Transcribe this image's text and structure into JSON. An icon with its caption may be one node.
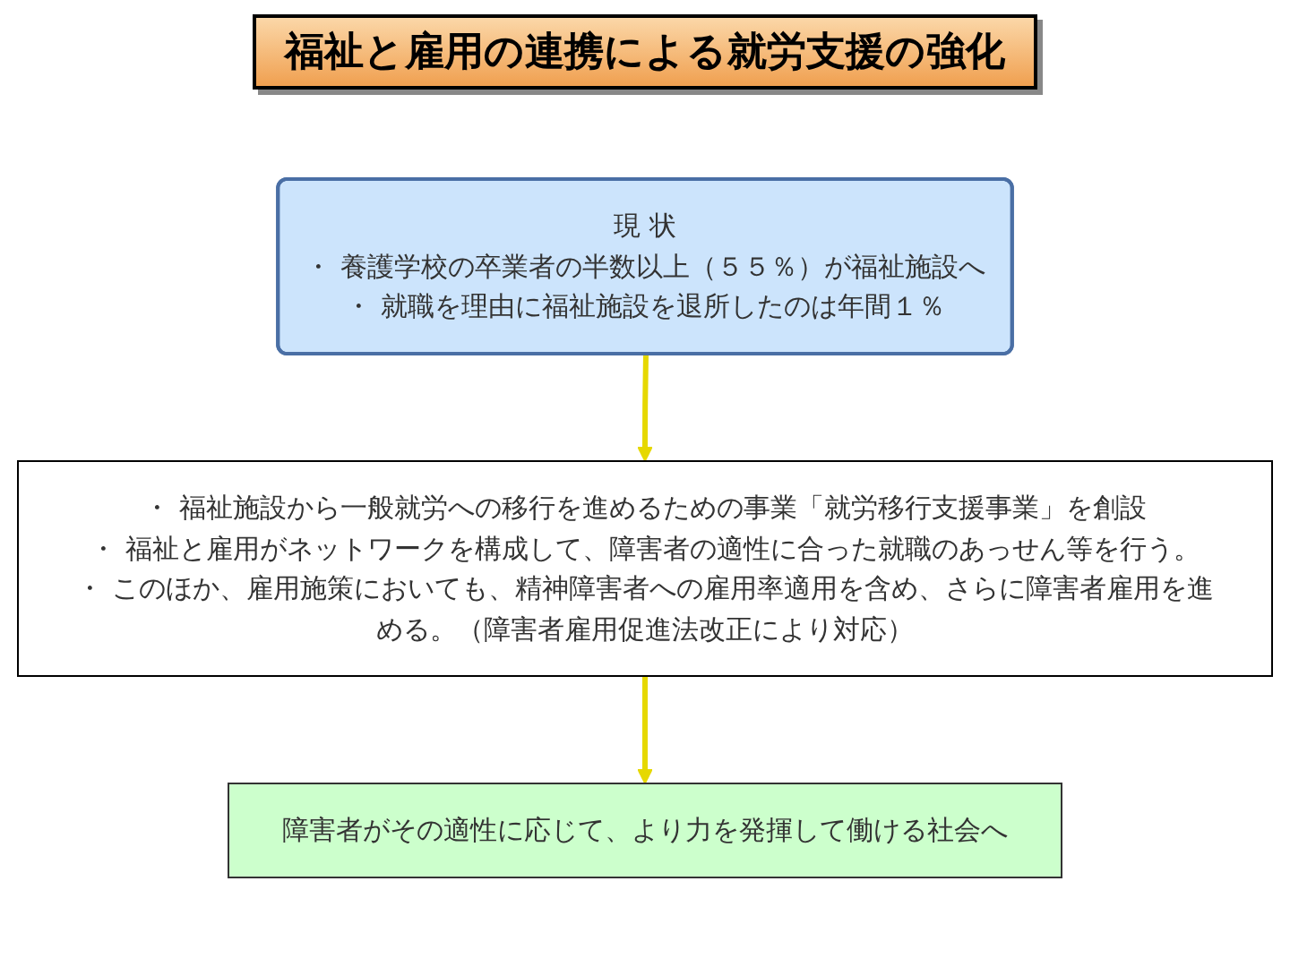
{
  "diagram": {
    "title": "福祉と雇用の連携による就労支援の強化",
    "nodes": [
      {
        "text": [
          "現 状",
          "・ 養護学校の卒業者の半数以上（５５％）が福祉施設へ",
          "・ 就職を理由に福祉施設を退所したのは年間１％"
        ]
      },
      {
        "text": [
          "・ 福祉施設から一般就労への移行を進めるための事業「就労移行支援事業」を創設",
          "・ 福祉と雇用がネットワークを構成して、障害者の適性に合った就職のあっせん等を行う。",
          "・ このほか、雇用施策においても、精神障害者への雇用率適用を含め、さらに障害者雇用を進める。（障害者雇用促進法改正により対応）"
        ]
      },
      {
        "text": [
          "障害者がその適性に応じて、より力を発揮して働ける社会へ"
        ]
      }
    ],
    "edges": [
      {
        "from": 0,
        "to": 1,
        "arrow": "to"
      },
      {
        "from": 1,
        "to": 2,
        "arrow": "to"
      }
    ]
  }
}
